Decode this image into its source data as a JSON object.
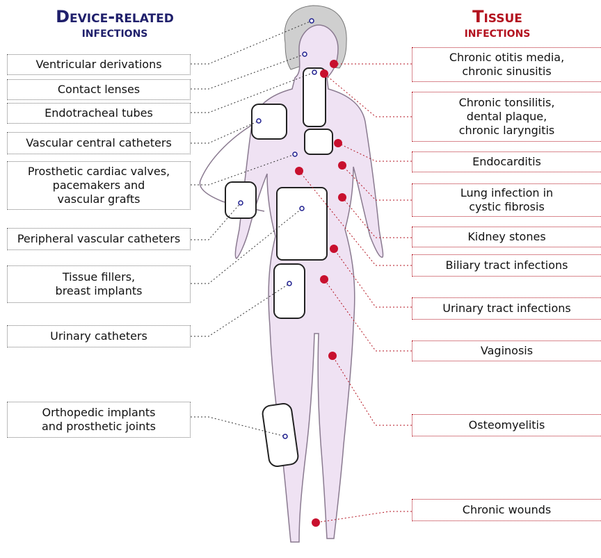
{
  "headings": {
    "device": {
      "line1": "Device-related",
      "line2": "infections"
    },
    "tissue": {
      "line1": "Tissue",
      "line2": "infections"
    }
  },
  "device_infections": [
    {
      "label": "Ventricular derivations"
    },
    {
      "label": "Contact lenses"
    },
    {
      "label": "Endotracheal tubes"
    },
    {
      "label": "Vascular central catheters"
    },
    {
      "label": "Prosthetic cardiac valves,\npacemakers and\nvascular grafts"
    },
    {
      "label": "Peripheral vascular catheters"
    },
    {
      "label": "Tissue fillers,\nbreast implants"
    },
    {
      "label": "Urinary catheters"
    },
    {
      "label": "Orthopedic implants\nand prosthetic joints"
    }
  ],
  "tissue_infections": [
    {
      "label": "Chronic otitis media,\nchronic sinusitis"
    },
    {
      "label": "Chronic tonsilitis,\ndental plaque,\nchronic laryngitis"
    },
    {
      "label": "Endocarditis"
    },
    {
      "label": "Lung infection in\ncystic fibrosis"
    },
    {
      "label": "Kidney stones"
    },
    {
      "label": "Biliary tract infections"
    },
    {
      "label": "Urinary tract infections"
    },
    {
      "label": "Vaginosis"
    },
    {
      "label": "Osteomyelitis"
    },
    {
      "label": "Chronic wounds"
    }
  ],
  "colors": {
    "device_heading": "#1f1f6b",
    "tissue_heading": "#b3121f",
    "tissue_marker": "#c8102e",
    "device_marker": "#1f1f8f",
    "body_fill": "#efe2f3"
  }
}
